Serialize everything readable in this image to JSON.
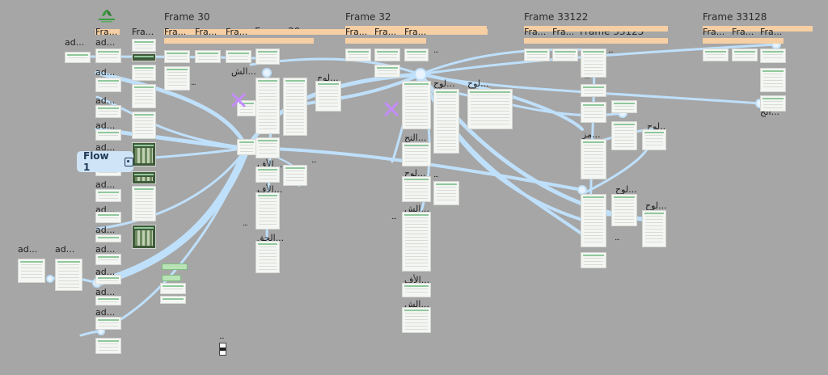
{
  "frames": [
    {
      "id": "f30",
      "title": "Frame 30"
    },
    {
      "id": "f29",
      "title": "Frame 29"
    },
    {
      "id": "f32",
      "title": "Frame 32"
    },
    {
      "id": "f33122",
      "title": "Frame 33122"
    },
    {
      "id": "f33125",
      "title": "Frame 33125"
    },
    {
      "id": "f33128",
      "title": "Frame 33128"
    }
  ],
  "labels": {
    "fra": "Fra...",
    "ad": "ad...",
    "lawh": "لوح...",
    "lawh_short": "لوح..",
    "alsh": "الش...",
    "alaf": "الأف...",
    "alhaq": "الحق...",
    "almi": "مز...",
    "alkh": "الخ...",
    "altak": "التح...",
    "dots": "..."
  },
  "flow": {
    "label": "Flow 1"
  },
  "colors": {
    "canvas": "#a6a6a6",
    "connector": "#bfe0fb",
    "badge": "#cfe4f6",
    "accent": "#c58bff"
  }
}
